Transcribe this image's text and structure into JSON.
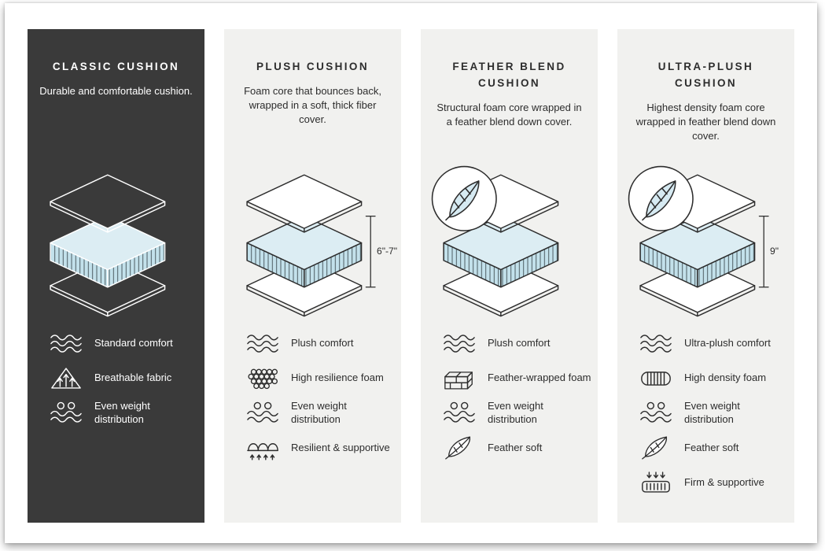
{
  "infographic": {
    "columns": [
      {
        "id": "classic-cushion",
        "theme": "dark",
        "title": "CLASSIC CUSHION",
        "description": "Durable and comfortable cushion.",
        "illustration": {
          "type": "layered-cushion",
          "feather_badge": false,
          "measurement": ""
        },
        "features": [
          {
            "icon": "wave-comfort-icon",
            "label": "Standard comfort"
          },
          {
            "icon": "breathable-fabric-icon",
            "label": "Breathable fabric"
          },
          {
            "icon": "weight-distribution-icon",
            "label": "Even weight distribution"
          }
        ]
      },
      {
        "id": "plush-cushion",
        "theme": "light",
        "title": "PLUSH CUSHION",
        "description": "Foam core that bounces back, wrapped in a soft, thick fiber cover.",
        "illustration": {
          "type": "layered-cushion",
          "feather_badge": false,
          "measurement": "6\"-7\""
        },
        "features": [
          {
            "icon": "wave-comfort-icon",
            "label": "Plush comfort"
          },
          {
            "icon": "foam-cells-icon",
            "label": "High resilience foam"
          },
          {
            "icon": "weight-distribution-icon",
            "label": "Even weight distribution"
          },
          {
            "icon": "spring-support-icon",
            "label": "Resilient & supportive"
          }
        ]
      },
      {
        "id": "feather-blend-cushion",
        "theme": "light",
        "title": "FEATHER BLEND CUSHION",
        "description": "Structural foam core wrapped in a feather blend down cover.",
        "illustration": {
          "type": "layered-cushion",
          "feather_badge": true,
          "measurement": ""
        },
        "features": [
          {
            "icon": "wave-comfort-icon",
            "label": "Plush comfort"
          },
          {
            "icon": "foam-bricks-icon",
            "label": "Feather-wrapped foam"
          },
          {
            "icon": "weight-distribution-icon",
            "label": "Even weight distribution"
          },
          {
            "icon": "feather-icon",
            "label": "Feather soft"
          }
        ]
      },
      {
        "id": "ultra-plush-cushion",
        "theme": "light",
        "title": "ULTRA-PLUSH CUSHION",
        "description": "Highest density foam core wrapped in feather blend down cover.",
        "illustration": {
          "type": "layered-cushion",
          "feather_badge": true,
          "measurement": "9\""
        },
        "features": [
          {
            "icon": "wave-comfort-icon",
            "label": "Ultra-plush comfort"
          },
          {
            "icon": "density-foam-icon",
            "label": "High density foam"
          },
          {
            "icon": "weight-distribution-icon",
            "label": "Even weight distribution"
          },
          {
            "icon": "feather-icon",
            "label": "Feather soft"
          },
          {
            "icon": "firm-supportive-icon",
            "label": "Firm & supportive"
          }
        ]
      }
    ],
    "colors": {
      "dark_panel": "#3a3a3a",
      "light_panel": "#f1f1ef",
      "ink": "#2d2d2d",
      "foam_blue": "#c3e1eb",
      "foam_blue_light": "#dcedf3"
    }
  }
}
